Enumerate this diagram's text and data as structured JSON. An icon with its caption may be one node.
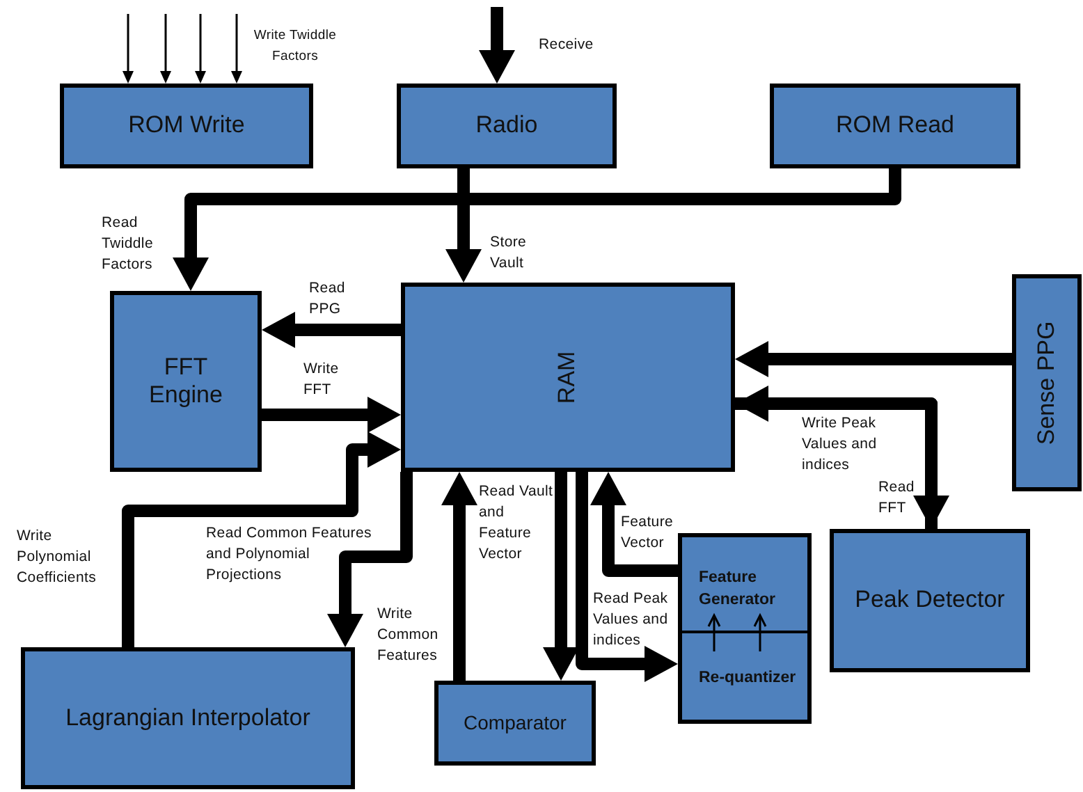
{
  "diagram": {
    "nodes": [
      {
        "text": [
          "ROM Write"
        ]
      },
      {
        "text": [
          "Radio"
        ]
      },
      {
        "text": [
          "ROM Read"
        ]
      },
      {
        "text": [
          "FFT Engine"
        ]
      },
      {
        "text": [
          "RAM"
        ]
      },
      {
        "text": [
          "Sense PPG"
        ]
      },
      {
        "text": [
          "Peak Detector"
        ]
      },
      {
        "text": [
          "Lagrangian Interpolator"
        ]
      },
      {
        "text": [
          "Comparator"
        ]
      },
      {
        "text": [
          "Feature Generator",
          "Re-quantizer"
        ]
      }
    ],
    "edges": [
      {
        "from": null,
        "to": 0,
        "arrow": "to"
      },
      {
        "from": null,
        "to": 0,
        "arrow": "to"
      },
      {
        "from": null,
        "to": 0,
        "arrow": "to"
      },
      {
        "from": null,
        "to": 0,
        "arrow": "to",
        "label": "Write Twiddle Factors"
      },
      {
        "from": null,
        "to": 1,
        "arrow": "to",
        "label": "Receive"
      },
      {
        "from": 1,
        "to": 4,
        "arrow": "to",
        "label": "Store Vault"
      },
      {
        "from": 2,
        "to": 3,
        "arrow": "to",
        "label": "Read Twiddle Factors"
      },
      {
        "from": 4,
        "to": 3,
        "arrow": "to",
        "label": "Read PPG"
      },
      {
        "from": 3,
        "to": 4,
        "arrow": "to",
        "label": "Write FFT"
      },
      {
        "from": 7,
        "to": 4,
        "arrow": "to",
        "label": "Write Polynomial Coefficients"
      },
      {
        "from": 4,
        "to": 7,
        "arrow": "to",
        "label": "Read Common Features and Polynomial Projections"
      },
      {
        "from": 8,
        "to": 4,
        "arrow": "to",
        "label": "Write Common Features"
      },
      {
        "from": 4,
        "to": 8,
        "arrow": "to",
        "label": "Read Vault and Feature Vector"
      },
      {
        "from": 4,
        "to": 9,
        "arrow": "to",
        "label": "Read Peak Values and indices"
      },
      {
        "from": 9,
        "to": 4,
        "arrow": "to",
        "label": "Feature Vector"
      },
      {
        "from": 5,
        "to": 4,
        "arrow": "to"
      },
      {
        "from": 6,
        "to": 4,
        "arrow": "to",
        "label": "Write Peak Values and indices"
      },
      {
        "from": 4,
        "to": 6,
        "arrow": "to",
        "label": "Read FFT"
      }
    ]
  }
}
